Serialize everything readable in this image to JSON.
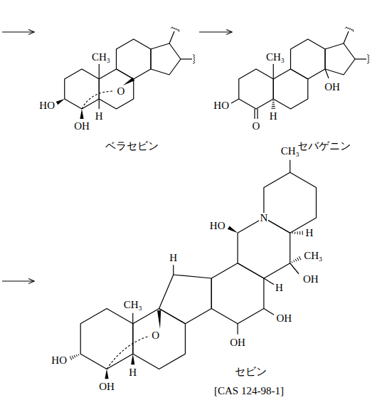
{
  "diagram": {
    "labels": [
      "CH₃",
      "O",
      "HO",
      "H",
      "OH",
      "ベラセビン",
      "CH₃",
      "OH",
      "HO",
      "H",
      "O",
      "セバゲニン",
      "CH₃",
      "N",
      "H",
      "CH₃",
      "HO",
      "H",
      "OH",
      "OH",
      "H",
      "CH₃",
      "O",
      "OH",
      "HO",
      "H",
      "OH",
      "セビン",
      "[CAS 124-98-1]"
    ]
  }
}
